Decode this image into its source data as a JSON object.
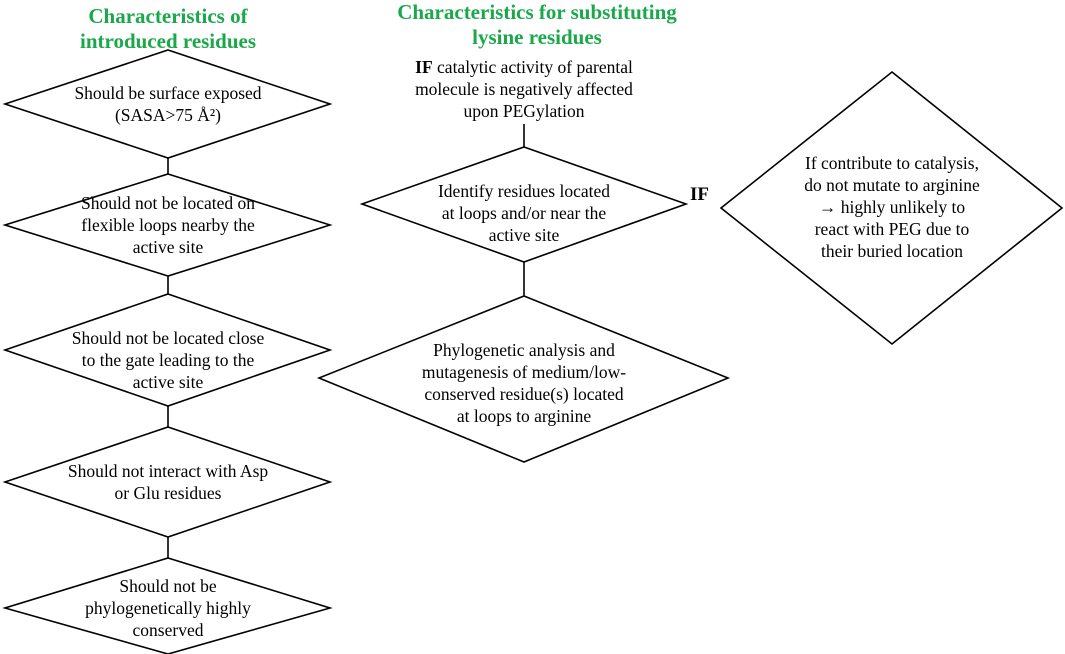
{
  "colors": {
    "heading": "#1aa84a",
    "stroke": "#000000"
  },
  "left_column": {
    "heading_line1": "Characteristics of",
    "heading_line2": "introduced residues",
    "steps": [
      {
        "lines": [
          "Should be surface exposed",
          "(SASA>75 Å²)"
        ]
      },
      {
        "lines": [
          "Should not be located on",
          "flexible loops nearby the",
          "active site"
        ]
      },
      {
        "lines": [
          "Should not be located close",
          "to the gate leading to the",
          "active site"
        ]
      },
      {
        "lines": [
          "Should not interact with Asp",
          "or Glu residues"
        ]
      },
      {
        "lines": [
          "Should not be",
          "phylogenetically highly",
          "conserved"
        ]
      }
    ]
  },
  "right_column": {
    "heading_line1": "Characteristics for substituting",
    "heading_line2": "lysine residues",
    "condition_keyword": "IF",
    "condition_line1": " catalytic activity of parental",
    "condition_line2": "molecule is negatively affected",
    "condition_line3": "upon PEGylation",
    "steps": [
      {
        "lines": [
          "Identify residues located",
          "at loops and/or near the",
          "active site"
        ]
      },
      {
        "lines": [
          "Phylogenetic analysis and",
          "mutagenesis of medium/low-",
          "conserved residue(s) located",
          "at loops to arginine"
        ]
      }
    ],
    "branch_label": "IF",
    "branch": {
      "lines": [
        "If contribute to catalysis,",
        "do not mutate to arginine",
        "→ highly unlikely to",
        "react with PEG due to",
        "their buried location"
      ]
    }
  }
}
